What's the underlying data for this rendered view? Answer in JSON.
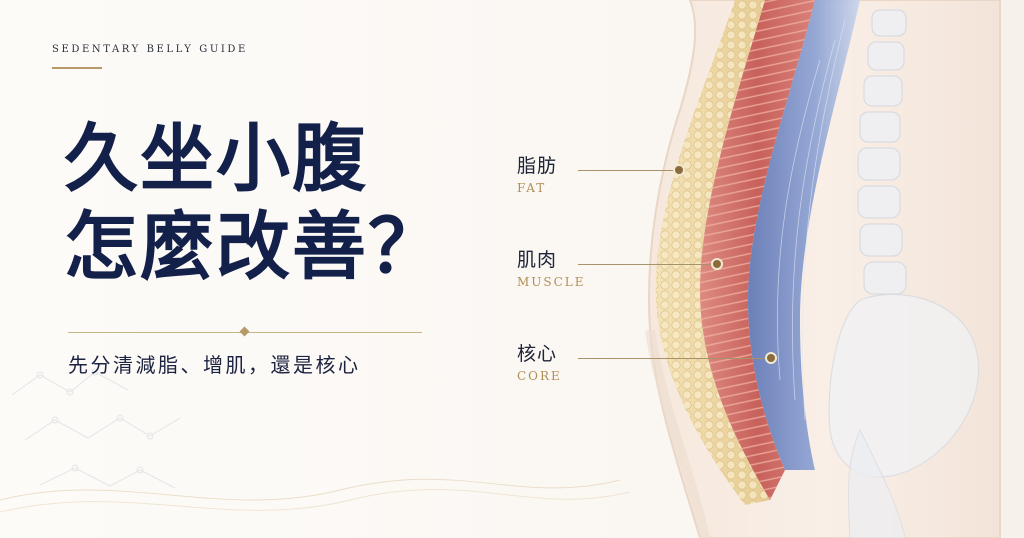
{
  "eyebrow": "SEDENTARY BELLY GUIDE",
  "title": {
    "line1": "久坐小腹",
    "line2": "怎麼改善？"
  },
  "subtitle": "先分清減脂、增肌，還是核心",
  "layers": [
    {
      "zh": "脂肪",
      "en": "FAT"
    },
    {
      "zh": "肌肉",
      "en": "MUSCLE"
    },
    {
      "zh": "核心",
      "en": "CORE"
    }
  ],
  "colors": {
    "title": "#13214a",
    "accent_gold": "#b59a68",
    "fat": "#ecd7a6",
    "muscle": "#cf6f68",
    "core": "#6f86c2",
    "bone": "#e9ecf1"
  }
}
